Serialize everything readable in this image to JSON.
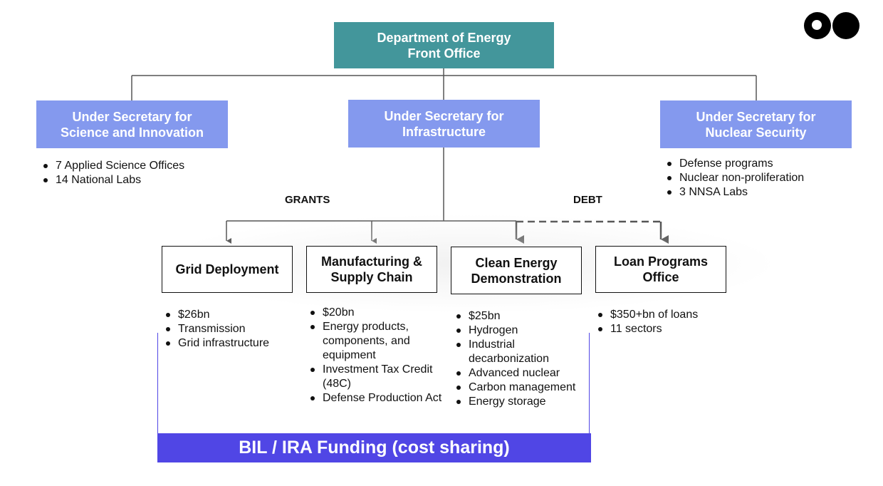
{
  "front_office": {
    "title": "Department of Energy Front Office"
  },
  "under_secretaries": [
    {
      "title": "Under Secretary for Science and Innovation",
      "bullets": [
        "7 Applied Science Offices",
        "14 National Labs"
      ]
    },
    {
      "title": "Under Secretary for Infrastructure"
    },
    {
      "title": "Under Secretary for Nuclear Security",
      "bullets": [
        "Defense programs",
        "Nuclear non-proliferation",
        "3 NNSA Labs"
      ]
    }
  ],
  "flow_labels": {
    "grants": "GRANTS",
    "debt": "DEBT"
  },
  "offices": [
    {
      "title": "Grid Deployment",
      "bullets": [
        "$26bn",
        "Transmission",
        "Grid infrastructure"
      ]
    },
    {
      "title": "Manufacturing & Supply Chain",
      "bullets": [
        "$20bn",
        "Energy products, components, and equipment",
        "Investment Tax Credit (48C)",
        "Defense Production Act"
      ]
    },
    {
      "title": "Clean Energy Demonstration",
      "bullets": [
        "$25bn",
        "Hydrogen",
        "Industrial decarbonization",
        "Advanced nuclear",
        "Carbon management",
        "Energy storage"
      ]
    },
    {
      "title": "Loan Programs Office",
      "bullets": [
        "$350+bn of loans",
        "11 sectors"
      ]
    }
  ],
  "funding": {
    "label": "BIL / IRA Funding (cost sharing)"
  },
  "colors": {
    "teal": "#43969b",
    "under_secretary": "#8499ee",
    "funding": "#5046e5",
    "lines": "#555555"
  },
  "logo": {
    "icon": "medium-logo-icon"
  }
}
